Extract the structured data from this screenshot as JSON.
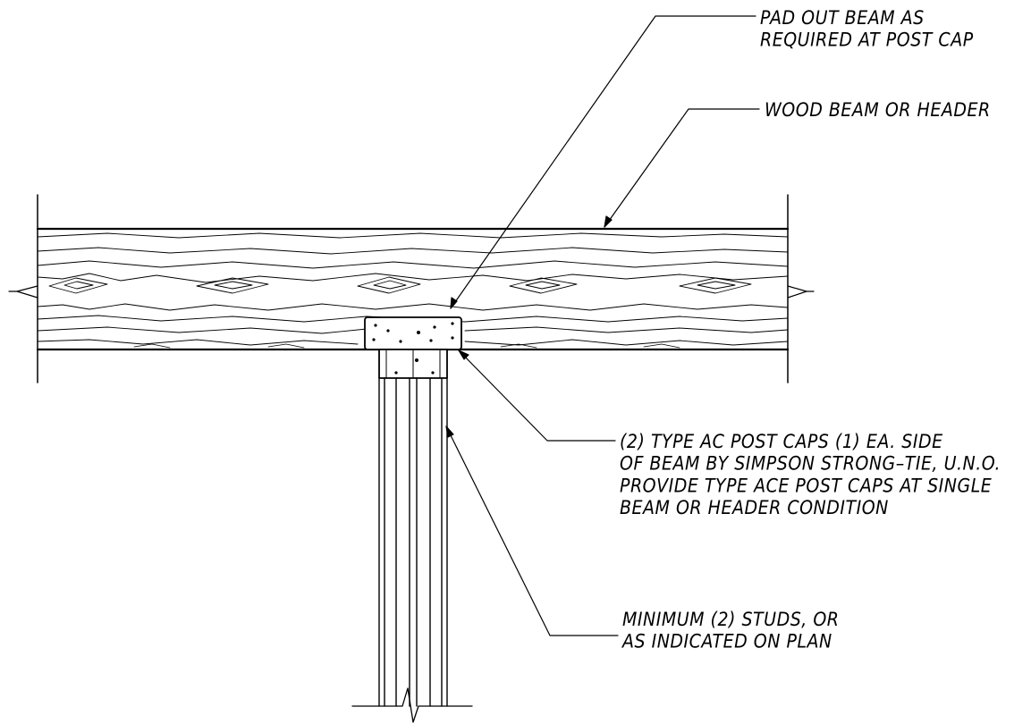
{
  "callouts": {
    "pad_out": {
      "lines": [
        "PAD OUT BEAM AS",
        "REQUIRED AT POST CAP"
      ]
    },
    "wood_beam": {
      "lines": [
        "WOOD BEAM OR HEADER"
      ]
    },
    "post_caps": {
      "lines": [
        "(2) TYPE AC POST CAPS (1) EA. SIDE",
        "OF BEAM BY SIMPSON STRONG–TIE, U.N.O.",
        "PROVIDE TYPE ACE POST CAPS AT SINGLE",
        "BEAM OR HEADER CONDITION"
      ]
    },
    "studs": {
      "lines": [
        "MINIMUM (2) STUDS, OR",
        "AS INDICATED ON PLAN"
      ]
    }
  }
}
